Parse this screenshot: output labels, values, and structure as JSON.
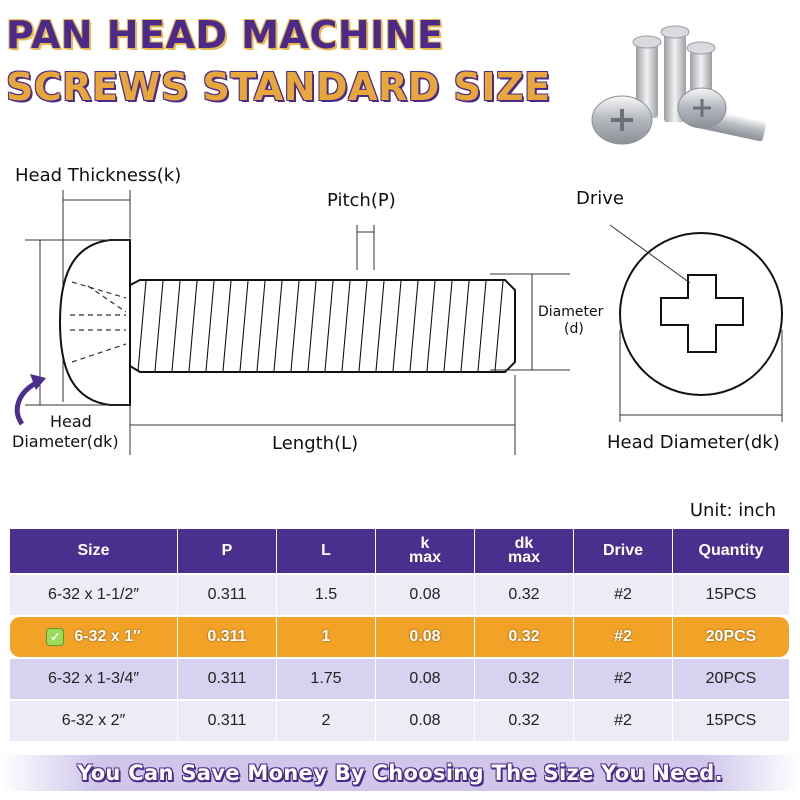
{
  "header": {
    "title_line1": "PAN HEAD MACHINE",
    "title_line2": "SCREWS STANDARD SIZE"
  },
  "diagram": {
    "head_thickness": "Head Thickness(k)",
    "pitch": "Pitch(P)",
    "drive": "Drive",
    "diameter_line1": "Diameter",
    "diameter_line2": "(d)",
    "head_diameter_left_line1": "Head",
    "head_diameter_left_line2": "Diameter(dk)",
    "length": "Length(L)",
    "head_diameter_right": "Head Diameter(dk)"
  },
  "unit_label": "Unit: inch",
  "table": {
    "headers": [
      {
        "line1": "Size",
        "line2": ""
      },
      {
        "line1": "P",
        "line2": ""
      },
      {
        "line1": "L",
        "line2": ""
      },
      {
        "line1": "k",
        "line2": "max"
      },
      {
        "line1": "dk",
        "line2": "max"
      },
      {
        "line1": "Drive",
        "line2": ""
      },
      {
        "line1": "Quantity",
        "line2": ""
      }
    ],
    "rows": [
      {
        "size": "6-32 x 1-1/2″",
        "p": "0.311",
        "l": "1.5",
        "k": "0.08",
        "dk": "0.32",
        "drive": "#2",
        "qty": "15PCS",
        "selected": false
      },
      {
        "size": "6-32 x 1″",
        "p": "0.311",
        "l": "1",
        "k": "0.08",
        "dk": "0.32",
        "drive": "#2",
        "qty": "20PCS",
        "selected": true
      },
      {
        "size": "6-32 x 1-3/4″",
        "p": "0.311",
        "l": "1.75",
        "k": "0.08",
        "dk": "0.32",
        "drive": "#2",
        "qty": "20PCS",
        "selected": false
      },
      {
        "size": "6-32 x 2″",
        "p": "0.311",
        "l": "2",
        "k": "0.08",
        "dk": "0.32",
        "drive": "#2",
        "qty": "15PCS",
        "selected": false
      }
    ]
  },
  "banner_text": "You Can Save Money By Choosing The Size You Need.",
  "colors": {
    "brand_purple": "#4b2f8e",
    "accent_orange": "#f3a228",
    "row_light": "#eeeaf8",
    "row_mid": "#d9d1f0"
  }
}
